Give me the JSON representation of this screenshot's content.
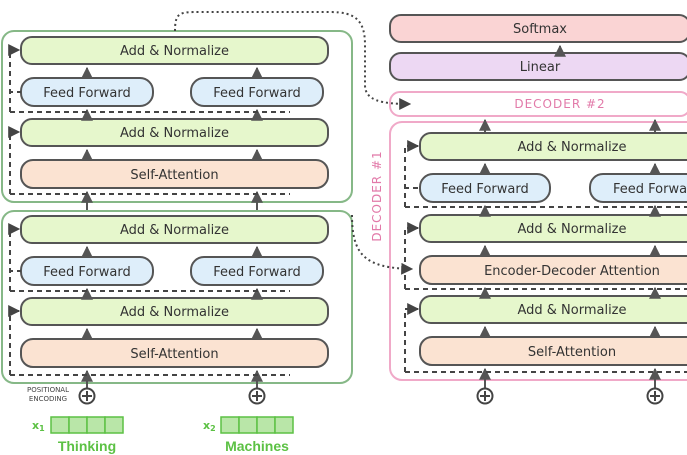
{
  "colors": {
    "add_norm_fill": "#e6f7cc",
    "feed_forward_fill": "#deeefa",
    "attention_fill": "#fbe3d2",
    "softmax_fill": "#fad4d4",
    "linear_fill": "#edd8f3",
    "encoder_border": "#86b887",
    "decoder_border": "#f0a9c8",
    "input_green": "#5cc144"
  },
  "encoder2": {
    "add_norm_top": "Add & Normalize",
    "ff_left": "Feed Forward",
    "ff_right": "Feed Forward",
    "add_norm_mid": "Add & Normalize",
    "self_attention": "Self-Attention"
  },
  "encoder1": {
    "add_norm_top": "Add & Normalize",
    "ff_left": "Feed Forward",
    "ff_right": "Feed Forward",
    "add_norm_mid": "Add & Normalize",
    "self_attention": "Self-Attention"
  },
  "inputs": {
    "positional_line1": "POSITIONAL",
    "positional_line2": "ENCODING",
    "x1_label": "x",
    "x1_sub": "1",
    "x1_word": "Thinking",
    "x2_label": "x",
    "x2_sub": "2",
    "x2_word": "Machines"
  },
  "decoder_stack": {
    "softmax": "Softmax",
    "linear": "Linear",
    "decoder2_label": "DECODER #2"
  },
  "decoder1": {
    "label": "DECODER #1",
    "add_norm_top": "Add & Normalize",
    "ff_left": "Feed Forward",
    "ff_right": "Feed Forward",
    "add_norm_2": "Add & Normalize",
    "enc_dec_attention": "Encoder-Decoder Attention",
    "add_norm_1": "Add & Normalize",
    "self_attention": "Self-Attention"
  }
}
